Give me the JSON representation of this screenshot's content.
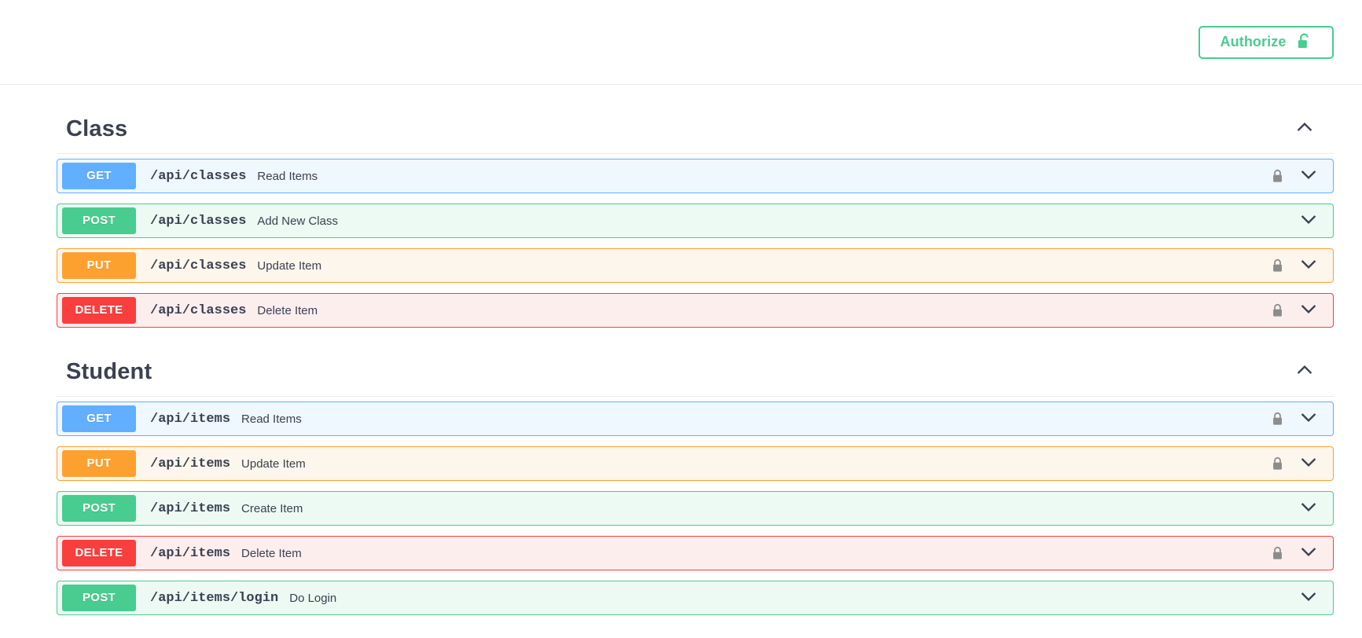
{
  "header": {
    "authorize_label": "Authorize",
    "authorize_icon": "lock-open-icon"
  },
  "colors": {
    "get": "#61affe",
    "post": "#49cc90",
    "put": "#fca130",
    "delete": "#f93e3e",
    "authorize": "#49cc90",
    "heading_text": "#3b4151"
  },
  "sections": [
    {
      "title": "Class",
      "expanded": true,
      "chevron": "chevron-up-icon",
      "operations": [
        {
          "verb": "GET",
          "method": "get",
          "path": "/api/classes",
          "summary": "Read Items",
          "locked": true
        },
        {
          "verb": "POST",
          "method": "post",
          "path": "/api/classes",
          "summary": "Add New Class",
          "locked": false
        },
        {
          "verb": "PUT",
          "method": "put",
          "path": "/api/classes",
          "summary": "Update Item",
          "locked": true
        },
        {
          "verb": "DELETE",
          "method": "delete",
          "path": "/api/classes",
          "summary": "Delete Item",
          "locked": true
        }
      ]
    },
    {
      "title": "Student",
      "expanded": true,
      "chevron": "chevron-up-icon",
      "operations": [
        {
          "verb": "GET",
          "method": "get",
          "path": "/api/items",
          "summary": "Read Items",
          "locked": true
        },
        {
          "verb": "PUT",
          "method": "put",
          "path": "/api/items",
          "summary": "Update Item",
          "locked": true
        },
        {
          "verb": "POST",
          "method": "post",
          "path": "/api/items",
          "summary": "Create Item",
          "locked": false
        },
        {
          "verb": "DELETE",
          "method": "delete",
          "path": "/api/items",
          "summary": "Delete Item",
          "locked": true
        },
        {
          "verb": "POST",
          "method": "post",
          "path": "/api/items/login",
          "summary": "Do Login",
          "locked": false
        }
      ]
    }
  ]
}
